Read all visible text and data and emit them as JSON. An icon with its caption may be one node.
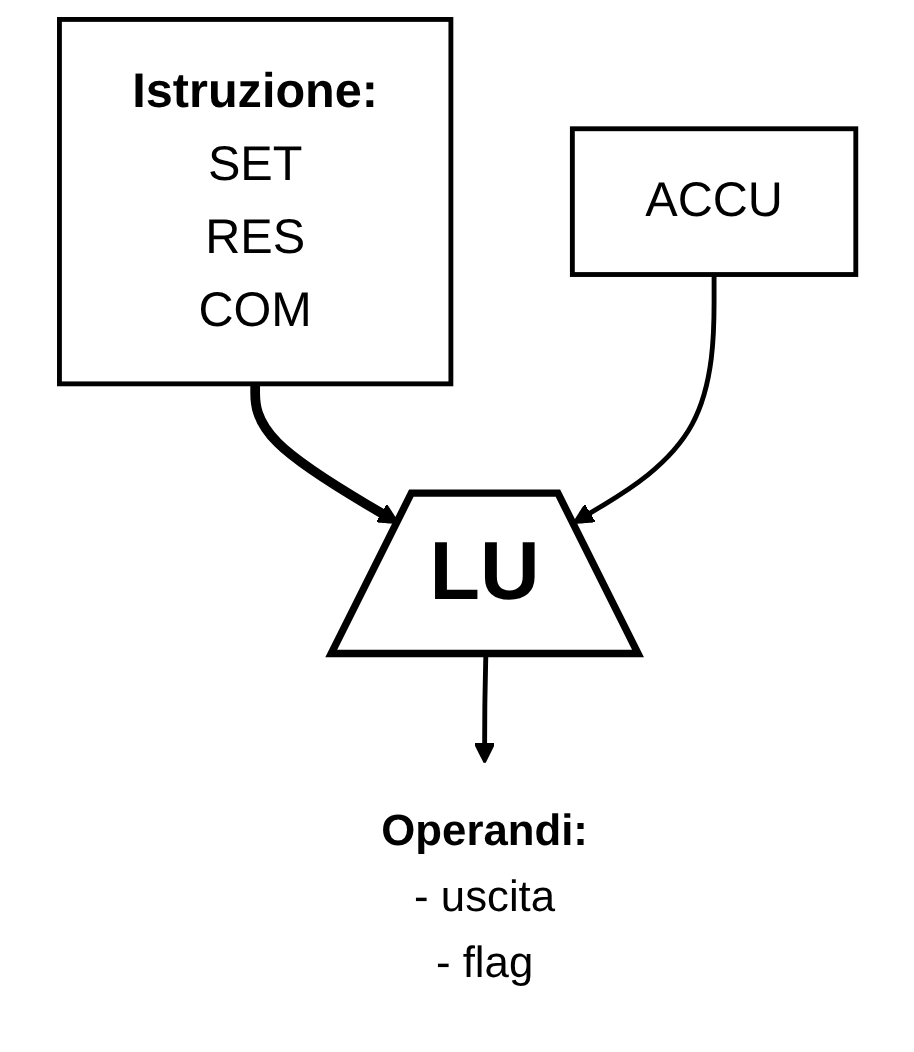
{
  "diagram": {
    "nodes": [
      {
        "text": [
          "Istruzione:",
          "SET",
          "RES",
          "COM"
        ]
      },
      {
        "text": [
          "LU"
        ]
      },
      {
        "text": [
          "Operandi:",
          "- uscita",
          "- flag"
        ]
      },
      {
        "text": [
          "ACCU"
        ]
      }
    ],
    "edges": [
      {
        "from": 0,
        "to": 1,
        "arrow": "to",
        "style": "thick"
      },
      {
        "from": 1,
        "to": 2,
        "arrow": "to"
      },
      {
        "from": 3,
        "to": 1,
        "arrow": "to"
      }
    ]
  }
}
